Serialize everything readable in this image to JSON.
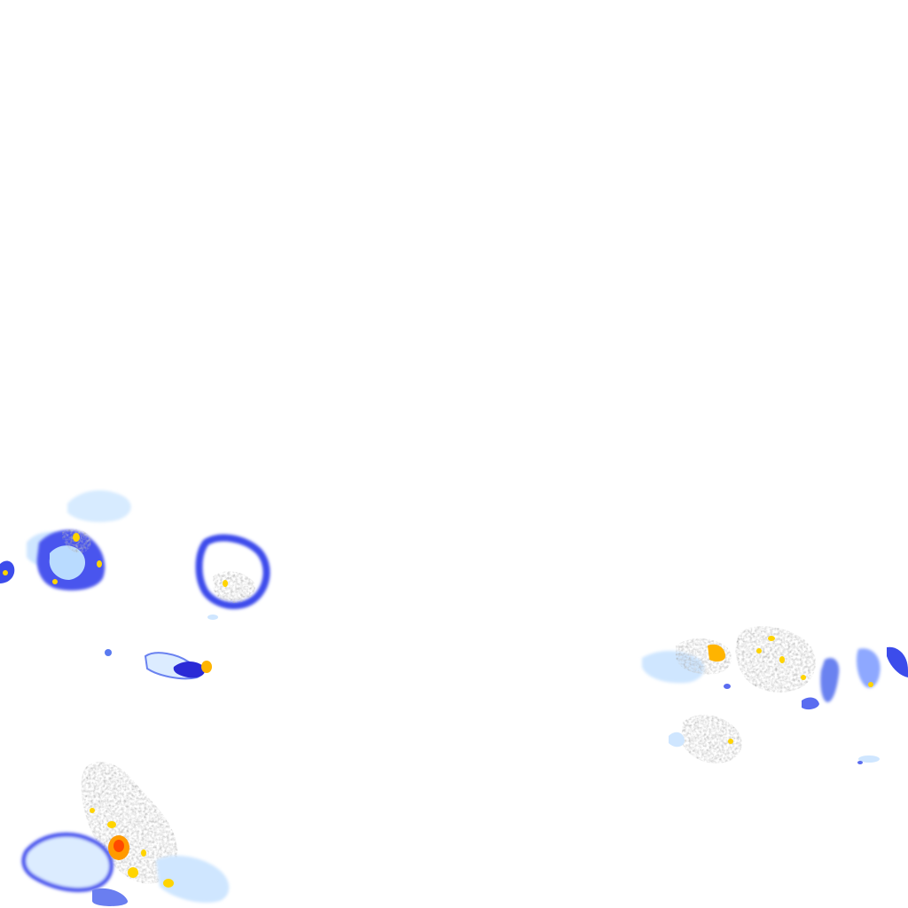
{
  "image": {
    "background": "#ffffff",
    "colormap": [
      "#cfe6ff",
      "#8ec2ff",
      "#3c5cf0",
      "#2a2ad6",
      "#ffd400",
      "#ff9a00",
      "#ff4a00"
    ],
    "regions": [
      {
        "name": "top-left-cluster",
        "intensity": 0.55
      },
      {
        "name": "top-left-ring",
        "intensity": 0.45
      },
      {
        "name": "middle-left-strip",
        "intensity": 0.4
      },
      {
        "name": "bottom-left-cluster",
        "intensity": 0.75
      },
      {
        "name": "right-cluster",
        "intensity": 0.55
      }
    ]
  }
}
